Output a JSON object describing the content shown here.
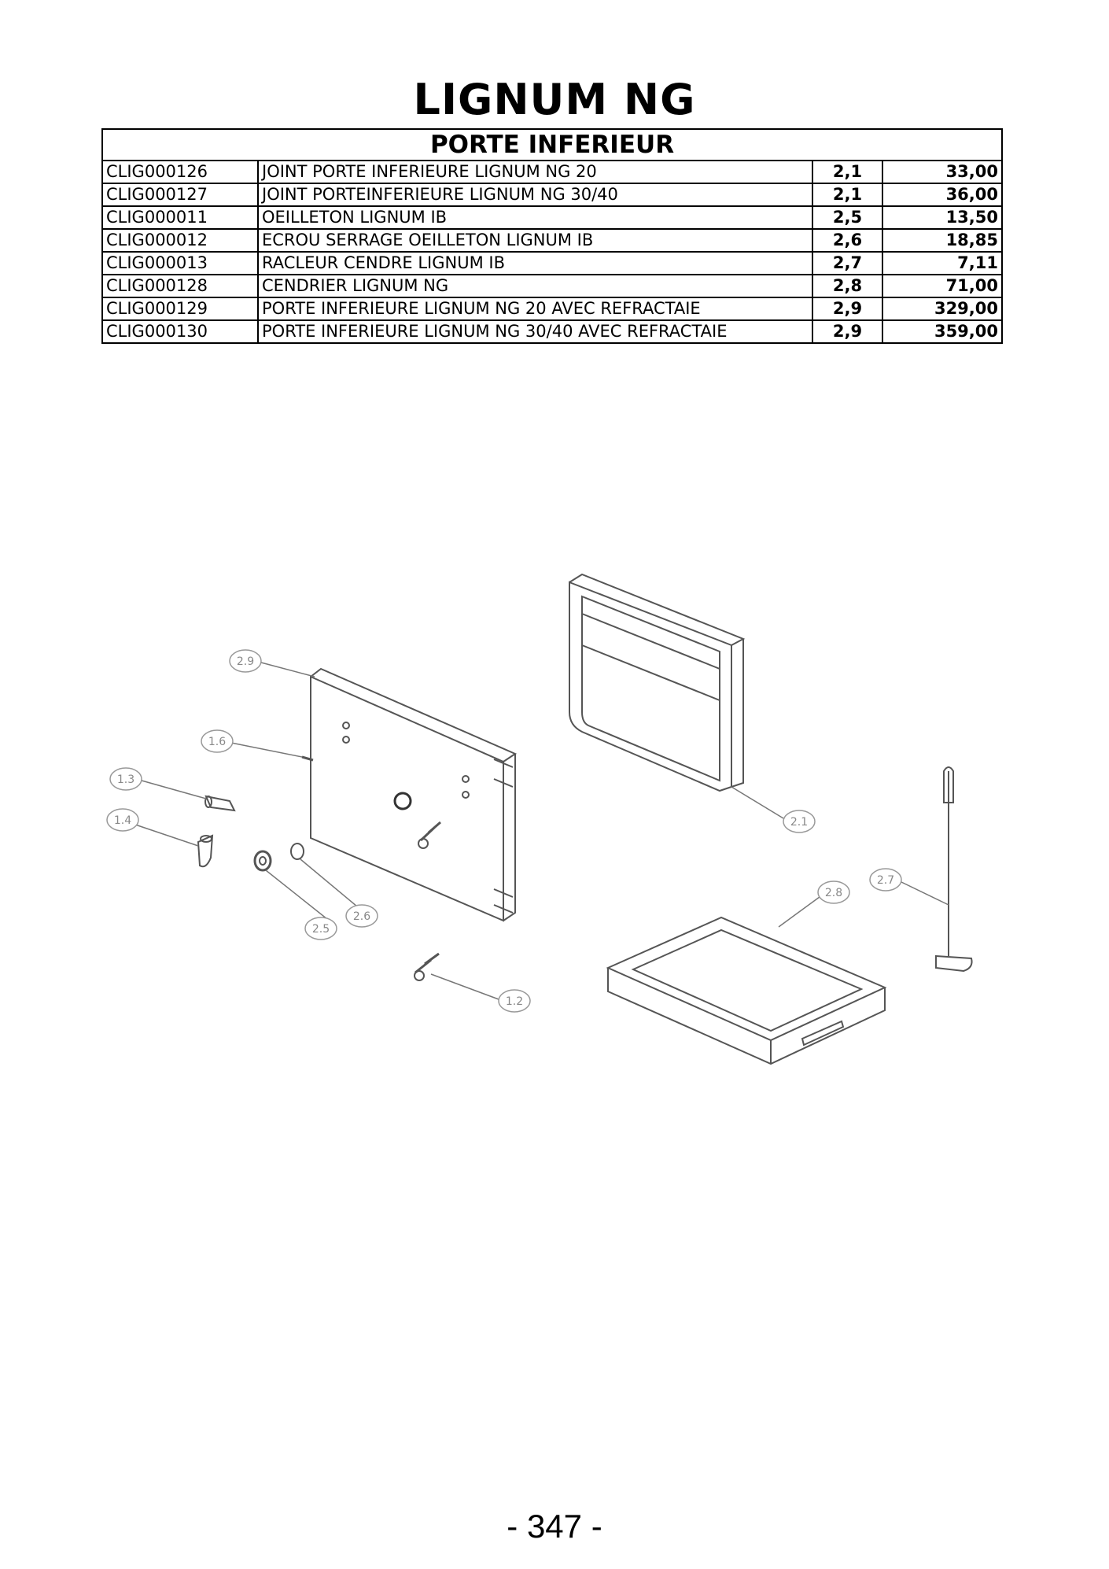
{
  "title": "LIGNUM NG",
  "section": "PORTE INFERIEUR",
  "rows": [
    {
      "ref": "CLIG000126",
      "description": "JOINT PORTE INFERIEURE LIGNUM NG 20",
      "repere": "2,1",
      "price": "33,00"
    },
    {
      "ref": "CLIG000127",
      "description": "JOINT PORTEINFERIEURE LIGNUM NG 30/40",
      "repere": "2,1",
      "price": "36,00"
    },
    {
      "ref": "CLIG000011",
      "description": "OEILLETON LIGNUM IB",
      "repere": "2,5",
      "price": "13,50"
    },
    {
      "ref": "CLIG000012",
      "description": "ECROU SERRAGE OEILLETON LIGNUM IB",
      "repere": "2,6",
      "price": "18,85"
    },
    {
      "ref": "CLIG000013",
      "description": "RACLEUR CENDRE LIGNUM IB",
      "repere": "2,7",
      "price": "7,11"
    },
    {
      "ref": "CLIG000128",
      "description": "CENDRIER LIGNUM NG",
      "repere": "2,8",
      "price": "71,00"
    },
    {
      "ref": "CLIG000129",
      "description": "PORTE INFERIEURE LIGNUM NG 20 AVEC REFRACTAIE",
      "repere": "2,9",
      "price": "329,00"
    },
    {
      "ref": "CLIG000130",
      "description": "PORTE INFERIEURE LIGNUM NG 30/40 AVEC REFRACTAIE",
      "repere": "2,9",
      "price": "359,00"
    }
  ],
  "callouts": {
    "c29": "2.9",
    "c16": "1.6",
    "c13": "1.3",
    "c14": "1.4",
    "c25": "2.5",
    "c26": "2.6",
    "c12": "1.2",
    "c21": "2.1",
    "c28": "2.8",
    "c27": "2.7"
  },
  "page_number": "-  347  -"
}
